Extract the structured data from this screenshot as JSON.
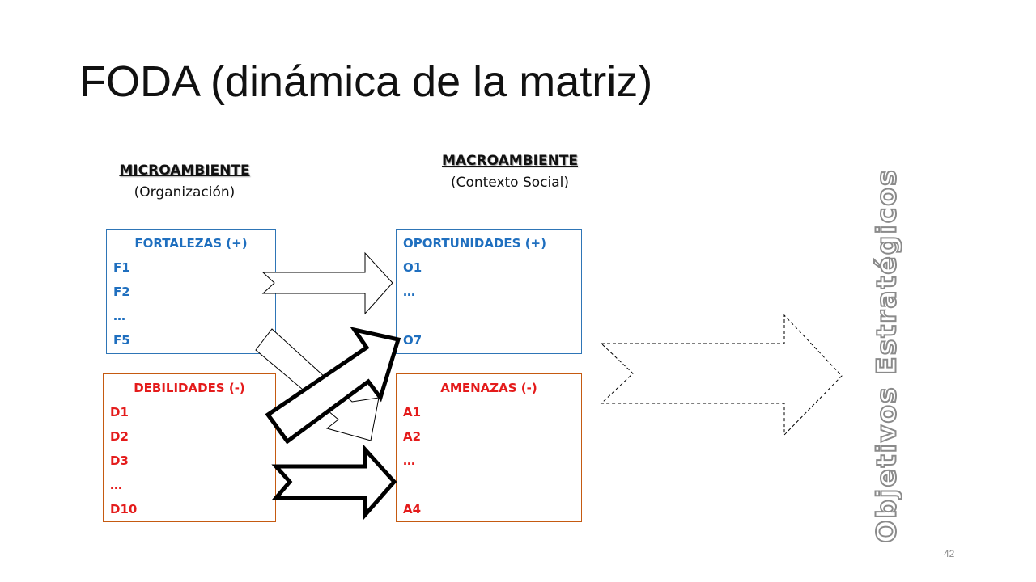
{
  "title": "FODA (dinámica de la matriz)",
  "micro": {
    "heading": "MICROAMBIENTE",
    "sub": "(Organización)"
  },
  "macro": {
    "heading": "MACROAMBIENTE",
    "sub": "(Contexto Social)"
  },
  "fortalezas": {
    "title": "FORTALEZAS (+)",
    "items": [
      "F1",
      "F2",
      "…",
      "F5"
    ]
  },
  "debilidades": {
    "title": "DEBILIDADES (-)",
    "items": [
      "D1",
      "D2",
      "D3",
      "…",
      "D10"
    ]
  },
  "oportunidades": {
    "title": "OPORTUNIDADES (+)",
    "items": [
      "O1",
      "…",
      "",
      "O7"
    ]
  },
  "amenazas": {
    "title": "AMENAZAS (-)",
    "items": [
      "A1",
      "A2",
      "…",
      "",
      "A4"
    ]
  },
  "objetivos": "Objetivos Estratégicos",
  "page_number": "42",
  "colors": {
    "blue_text": "#1f6fbf",
    "blue_border": "#2e75b6",
    "red_text": "#e41b1b",
    "orange_border": "#c55a11"
  }
}
